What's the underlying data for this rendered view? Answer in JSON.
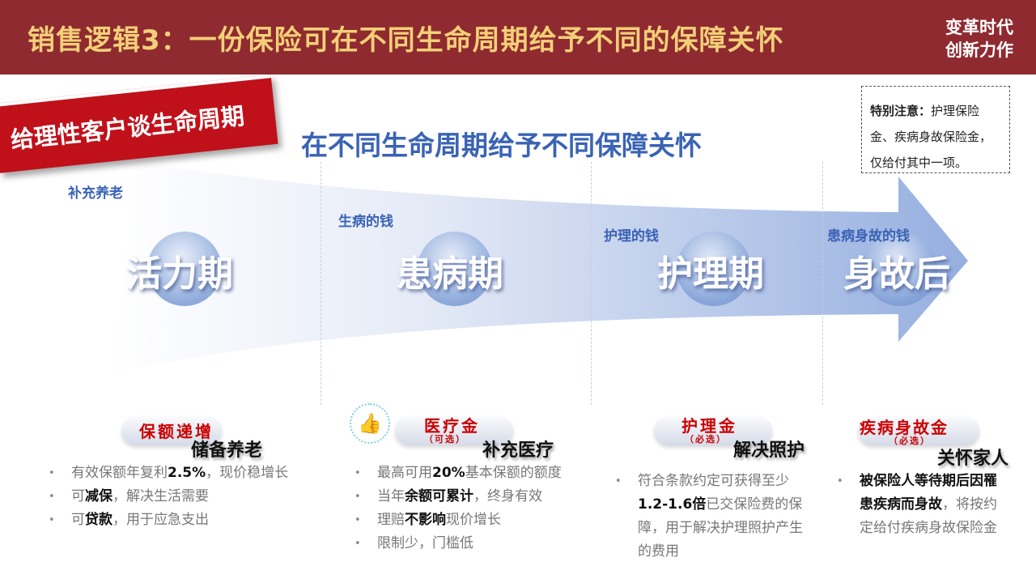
{
  "header": {
    "title": "销售逻辑3：一份保险可在不同生命周期给予不同的保障关怀",
    "brand_line1": "变革时代",
    "brand_line2": "创新力作"
  },
  "ribbon": "给理性客户谈生命周期",
  "subtitle": "在不同生命周期给予不同保障关怀",
  "note": {
    "label": "特别注意：",
    "text": "护理保险金、疾病身故保险金，仅给付其中一项。"
  },
  "stages": [
    {
      "tag": "补充养老",
      "phase": "活力期"
    },
    {
      "tag": "生病的钱",
      "phase": "患病期"
    },
    {
      "tag": "护理的钱",
      "phase": "护理期"
    },
    {
      "tag": "患病身故的钱",
      "phase": "身故后"
    }
  ],
  "colors": {
    "header": "#8f2a30",
    "title": "#f3cf78",
    "accent": "#3a63b5",
    "red": "#c00000"
  },
  "cards": [
    {
      "title": "保额递增",
      "sub": "",
      "headline": "储备养老",
      "bullets": [
        {
          "pre": "有效保额年复利",
          "bold": "2.5%",
          "post": "，现价稳增长"
        },
        {
          "pre": "可",
          "bold": "减保",
          "post": "，解决生活需要"
        },
        {
          "pre": "可",
          "bold": "贷款",
          "post": "，用于应急支出"
        }
      ]
    },
    {
      "title": "医疗金",
      "sub": "（可选）",
      "headline": "补充医疗",
      "icon": "thumbs-up-icon",
      "bullets": [
        {
          "pre": "最高可用",
          "bold": "20%",
          "post": "基本保额的额度"
        },
        {
          "pre": "当年",
          "bold": "余额可累计",
          "post": "，终身有效"
        },
        {
          "pre": "理赔",
          "bold": "不影响",
          "post": "现价增长"
        },
        {
          "pre": "限制少，门槛低",
          "bold": "",
          "post": ""
        }
      ]
    },
    {
      "title": "护理金",
      "sub": "（必选）",
      "headline": "解决照护",
      "bullets": [
        {
          "pre": "符合条款约定可获得至少",
          "bold": "1.2-1.6倍",
          "post": "已交保险费的保障，用于解决护理照护产生的费用"
        }
      ]
    },
    {
      "title": "疾病身故金",
      "sub": "（必选）",
      "headline": "关怀家人",
      "bullets": [
        {
          "pre": "",
          "bold": "被保险人等待期后因罹患疾病而身故",
          "post": "，将按约定给付疾病身故保险金"
        }
      ]
    }
  ]
}
